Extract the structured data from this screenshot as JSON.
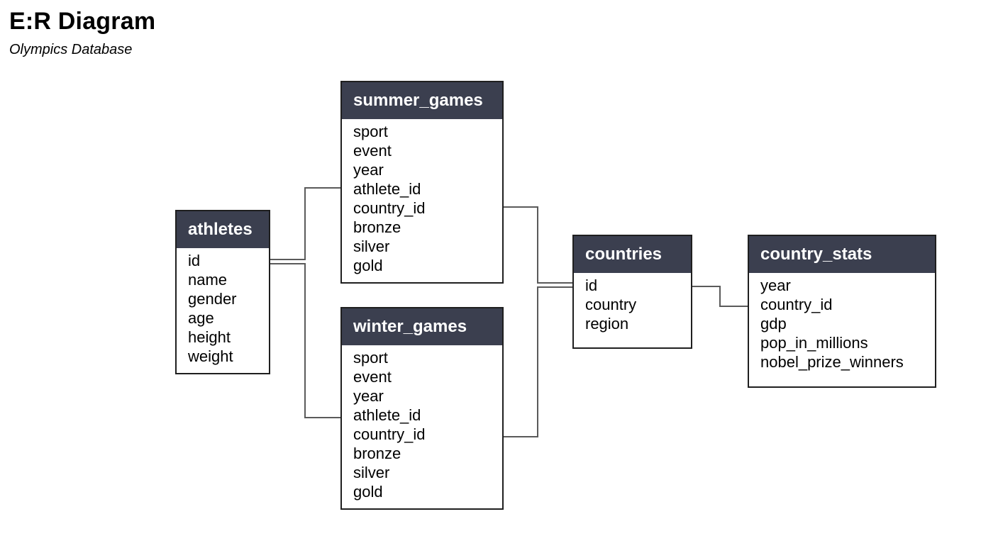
{
  "title": "E:R Diagram",
  "subtitle": "Olympics Database",
  "colors": {
    "header_bg": "#3b3f4f",
    "header_text": "#ffffff",
    "border": "#1f1f1f",
    "connector": "#5a5a5a"
  },
  "tables": {
    "athletes": {
      "name": "athletes",
      "fields": [
        "id",
        "name",
        "gender",
        "age",
        "height",
        "weight"
      ]
    },
    "summer_games": {
      "name": "summer_games",
      "fields": [
        "sport",
        "event",
        "year",
        "athlete_id",
        "country_id",
        "bronze",
        "silver",
        "gold"
      ]
    },
    "winter_games": {
      "name": "winter_games",
      "fields": [
        "sport",
        "event",
        "year",
        "athlete_id",
        "country_id",
        "bronze",
        "silver",
        "gold"
      ]
    },
    "countries": {
      "name": "countries",
      "fields": [
        "id",
        "country",
        "region"
      ]
    },
    "country_stats": {
      "name": "country_stats",
      "fields": [
        "year",
        "country_id",
        "gdp",
        "pop_in_millions",
        "nobel_prize_winners"
      ]
    }
  },
  "relationships": [
    {
      "from": "athletes.id",
      "to": "summer_games.athlete_id"
    },
    {
      "from": "athletes.id",
      "to": "winter_games.athlete_id"
    },
    {
      "from": "summer_games.country_id",
      "to": "countries.id"
    },
    {
      "from": "winter_games.country_id",
      "to": "countries.id"
    },
    {
      "from": "countries.id",
      "to": "country_stats.country_id"
    }
  ]
}
